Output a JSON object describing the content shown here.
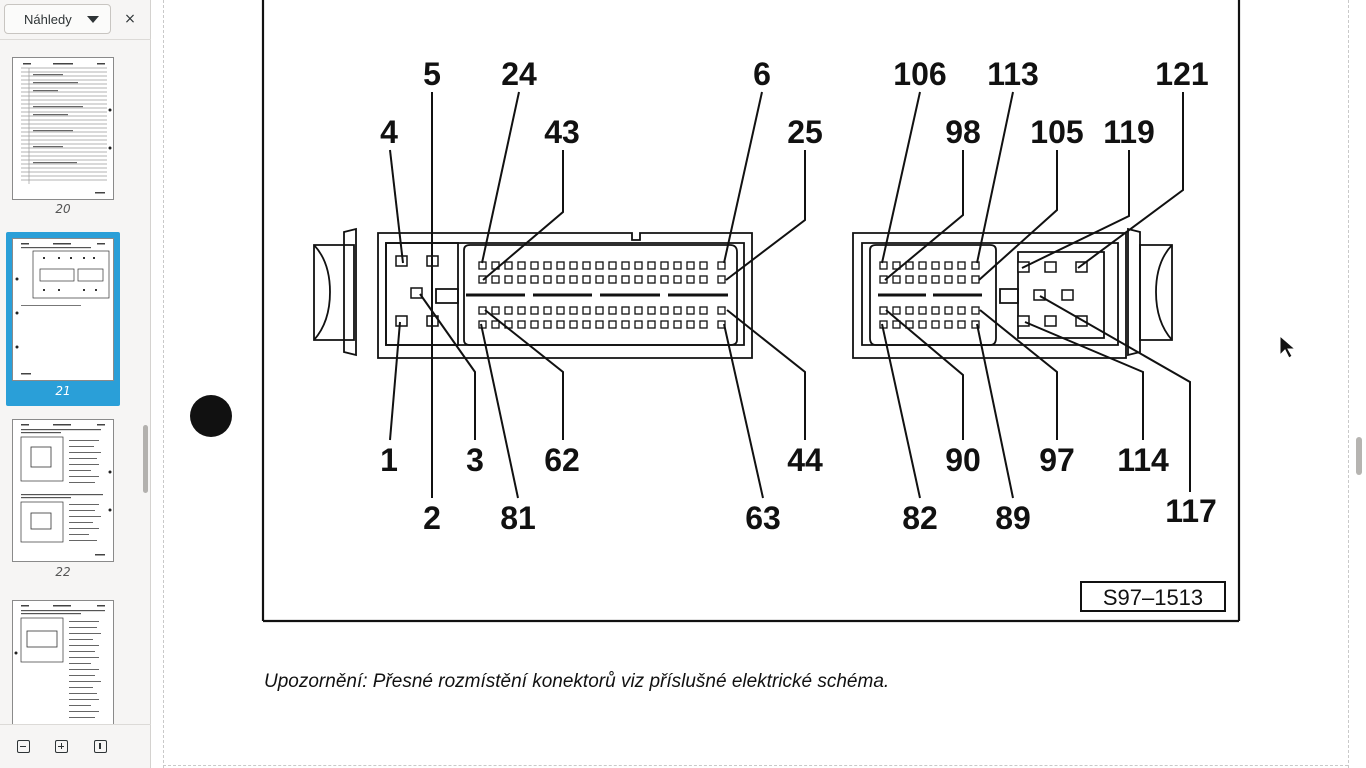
{
  "sidebar": {
    "view_select": "Náhledy",
    "close_label": "×",
    "thumbnails": [
      {
        "label": "20"
      },
      {
        "label": "21",
        "selected": true
      },
      {
        "label": "22"
      }
    ],
    "footer": {
      "zoom_out_icon": "minus-box-icon",
      "zoom_in_icon": "plus-box-icon",
      "actual_size_icon": "one-box-icon"
    }
  },
  "document": {
    "diagram_id": "S97–1513",
    "note": "Upozornění: Přesné rozmístění konektorů viz příslušné elektrické schéma.",
    "left_connector_labels": [
      "5",
      "24",
      "6",
      "4",
      "43",
      "25",
      "1",
      "3",
      "62",
      "44",
      "2",
      "81",
      "63"
    ],
    "right_connector_labels": [
      "106",
      "113",
      "121",
      "98",
      "105",
      "119",
      "90",
      "97",
      "114",
      "82",
      "89",
      "117"
    ]
  },
  "colors": {
    "sidebar_bg": "#f6f5f4",
    "selection": "#2a9fd8",
    "ink": "#111111"
  }
}
